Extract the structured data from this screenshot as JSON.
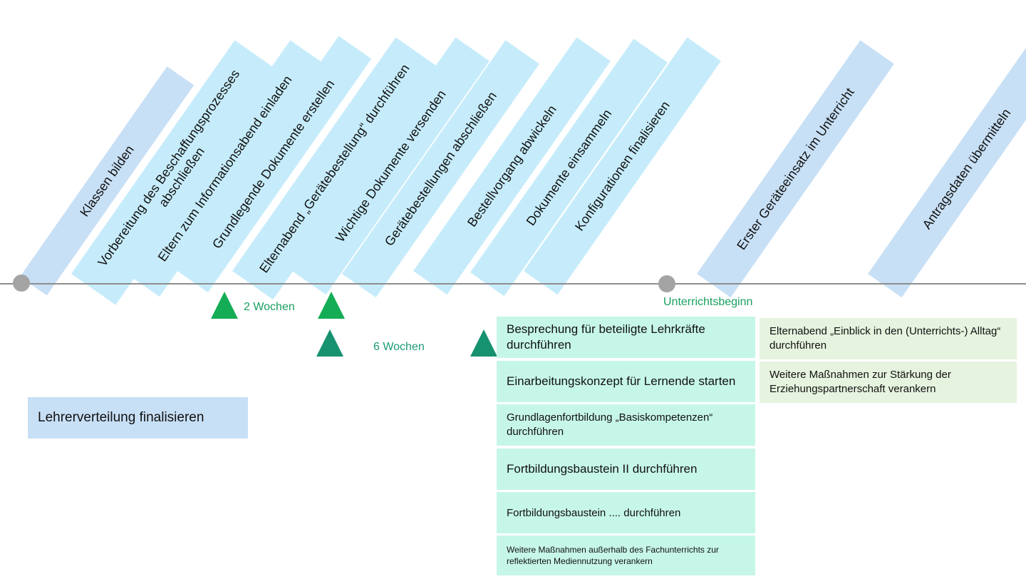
{
  "top_tasks": [
    "Klassen bilden",
    "Vorbereitung des Beschaffungsprozesses abschließen",
    "Eltern zum Informationsabend einladen",
    "Grundlegende Dokumente erstellen",
    "Elternabend „Gerätebestellung“ durchführen",
    "Wichtige Dokumente versenden",
    "Gerätebestellungen abschließen",
    "Bestellvorgang abwickeln",
    "Dokumente einsammeln",
    "Konfigurationen finalisieren",
    "Erster Geräteeinsatz im Unterricht",
    "Antragsdaten übermitteln"
  ],
  "milestones": {
    "unterrichtsbeginn": "Unterrichtsbeginn",
    "two_weeks": "2 Wochen",
    "six_weeks": "6 Wochen"
  },
  "left_task": "Lehrerverteilung finalisieren",
  "mint_tasks": [
    "Besprechung für beteiligte Lehrkräfte durchführen",
    "Einarbeitungskonzept für Lernende starten",
    "Grundlagenfortbildung „Basiskompetenzen“ durchführen",
    "Fortbildungsbaustein II durchführen",
    "Fortbildungsbaustein .... durchführen",
    "Weitere Maßnahmen außerhalb des Fachunterrichts zur reflektierten Mediennutzung verankern"
  ],
  "pale_tasks": [
    "Elternabend „Einblick in den (Unterrichts-) Alltag“ durchführen",
    "Weitere Maßnahmen zur Stärkung der Erziehungspartnerschaft  verankern"
  ],
  "colors": {
    "light_blue": "#c6ecfb",
    "blue": "#c8e0f6",
    "mint": "#c6f6e8",
    "pale_green": "#e6f3df",
    "green": "#14ad55",
    "teal": "#169271",
    "gray": "#a4a4a4"
  }
}
